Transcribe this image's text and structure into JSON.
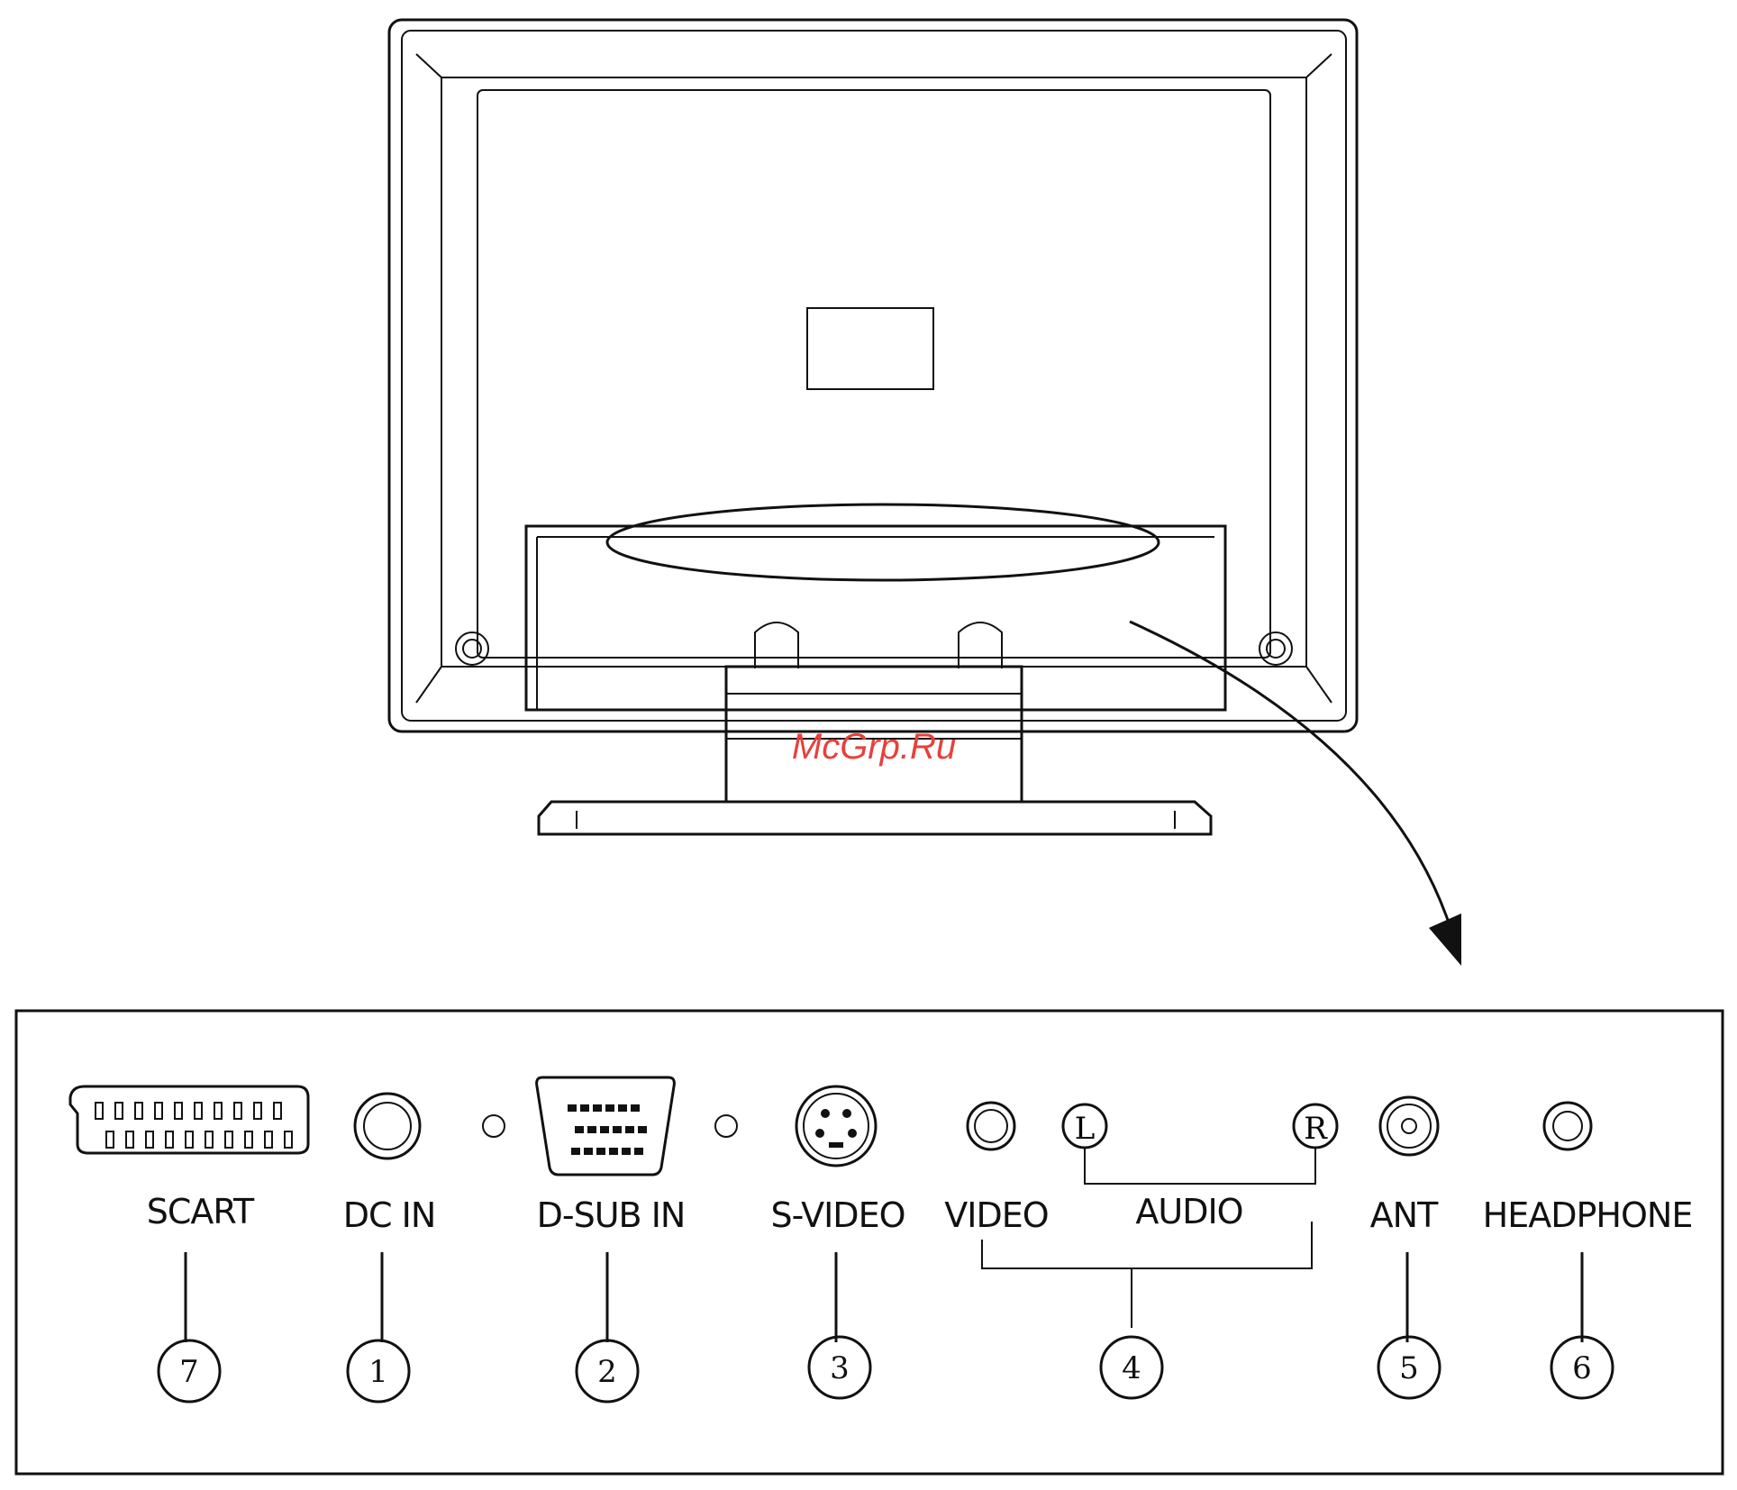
{
  "watermark": "McGrp.Ru",
  "connectors": [
    {
      "label": "SCART",
      "number": "7"
    },
    {
      "label": "DC IN",
      "number": "1"
    },
    {
      "label": "D-SUB IN",
      "number": "2"
    },
    {
      "label": "S-VIDEO",
      "number": "3"
    },
    {
      "label": "VIDEO",
      "number": "4"
    },
    {
      "label": "AUDIO",
      "number": ""
    },
    {
      "label": "ANT",
      "number": "5"
    },
    {
      "label": "HEADPHONE",
      "number": "6"
    }
  ],
  "audio_channels": {
    "left": "L",
    "right": "R"
  }
}
